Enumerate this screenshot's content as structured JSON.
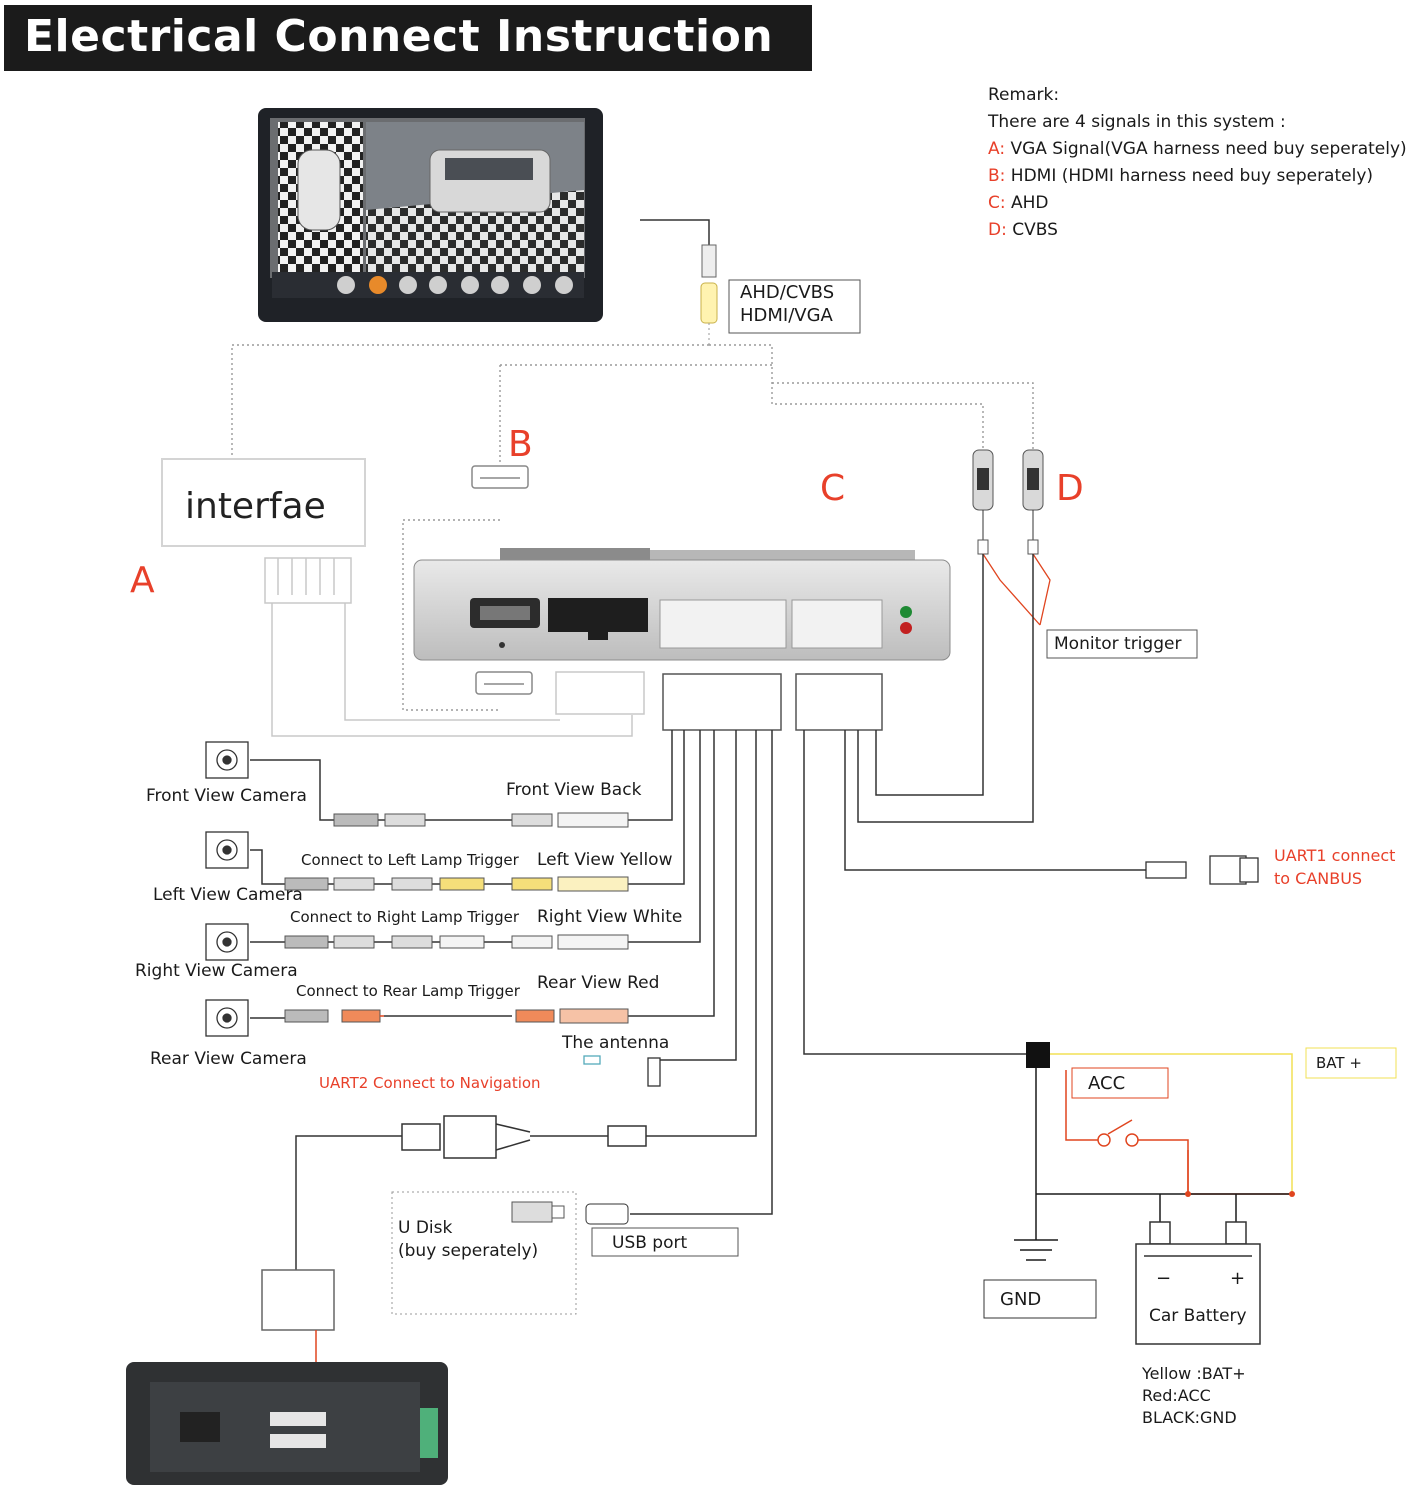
{
  "title": "Electrical Connect Instruction",
  "remark": {
    "heading": "Remark:",
    "intro": "There are 4 signals in this system :",
    "signals": [
      {
        "letter": "A:",
        "text": "VGA Signal(VGA harness need buy seperately)"
      },
      {
        "letter": "B:",
        "text": "HDMI (HDMI harness need buy seperately)"
      },
      {
        "letter": "C:",
        "text": "AHD"
      },
      {
        "letter": "D:",
        "text": "CVBS"
      }
    ]
  },
  "monitor_input": {
    "line1": "AHD/CVBS",
    "line2": "HDMI/VGA"
  },
  "interface_label": "interfae",
  "signal_letters": {
    "a": "A",
    "b": "B",
    "c": "C",
    "d": "D"
  },
  "monitor_trigger": "Monitor trigger",
  "cameras": {
    "front": "Front View Camera",
    "left": "Left View Camera",
    "right": "Right View Camera",
    "rear": "Rear View Camera"
  },
  "camera_leads": {
    "front": "Front View Back",
    "left": "Left View Yellow",
    "right": "Right View White",
    "rear": "Rear View Red"
  },
  "lamp_triggers": {
    "left": "Connect to Left Lamp Trigger",
    "right": "Connect to Right Lamp Trigger",
    "rear": "Connect to Rear Lamp Trigger"
  },
  "antenna": "The antenna",
  "uart2": "UART2 Connect to Navigation",
  "uart1": {
    "line1": "UART1 connect",
    "line2": "to CANBUS"
  },
  "u_disk": {
    "line1": "U Disk",
    "line2": "(buy seperately)"
  },
  "usb_port": "USB port",
  "power": {
    "bat_plus": "BAT +",
    "acc": "ACC",
    "gnd": "GND",
    "battery_minus": "−",
    "battery_plus": "+",
    "battery": "Car Battery",
    "legend": [
      "Yellow :BAT+",
      "Red:ACC",
      "BLACK:GND"
    ]
  },
  "colors": {
    "red_text": "#e8402a",
    "wire_yellow": "#f2e055",
    "wire_red": "#e0451f",
    "wire_black": "#1a1a1a",
    "dotted_line": "#9a9a9a"
  }
}
